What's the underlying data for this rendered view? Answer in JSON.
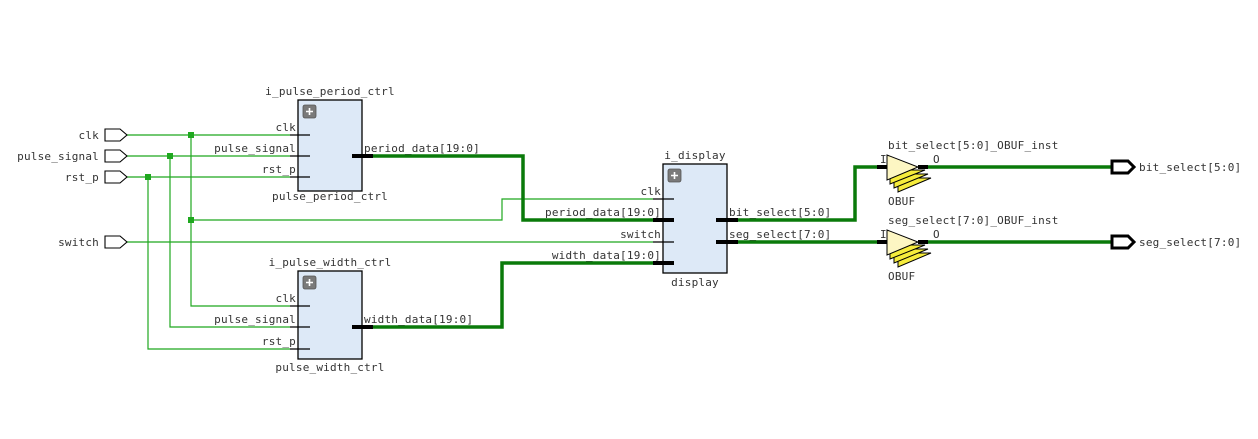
{
  "colors": {
    "net": "#1fa81f",
    "bus": "#0a7a0a",
    "cell_fill": "#dde9f7",
    "buffer_fill": "#fdf6c3",
    "buffer_stack_fill": "#f6ec3c"
  },
  "inputs": [
    {
      "name": "clk"
    },
    {
      "name": "pulse_signal"
    },
    {
      "name": "rst_p"
    },
    {
      "name": "switch"
    }
  ],
  "outputs": [
    {
      "name": "bit_select[5:0]"
    },
    {
      "name": "seg_select[7:0]"
    }
  ],
  "cells": {
    "period": {
      "instance": "i_pulse_period_ctrl",
      "type": "pulse_period_ctrl",
      "expand_icon": "plus-icon",
      "in_ports": [
        "clk",
        "pulse_signal",
        "rst_p"
      ],
      "out_ports": [
        "period_data[19:0]"
      ]
    },
    "width": {
      "instance": "i_pulse_width_ctrl",
      "type": "pulse_width_ctrl",
      "expand_icon": "plus-icon",
      "in_ports": [
        "clk",
        "pulse_signal",
        "rst_p"
      ],
      "out_ports": [
        "width_data[19:0]"
      ]
    },
    "display": {
      "instance": "i_display",
      "type": "display",
      "expand_icon": "plus-icon",
      "in_ports": [
        "clk",
        "period_data[19:0]",
        "switch",
        "width_data[19:0]"
      ],
      "out_ports": [
        "bit_select[5:0]",
        "seg_select[7:0]"
      ]
    }
  },
  "buffers": [
    {
      "instance": "bit_select[5:0]_OBUF_inst",
      "type": "OBUF",
      "in_pin": "I",
      "out_pin": "O"
    },
    {
      "instance": "seg_select[7:0]_OBUF_inst",
      "type": "OBUF",
      "in_pin": "I",
      "out_pin": "O"
    }
  ]
}
